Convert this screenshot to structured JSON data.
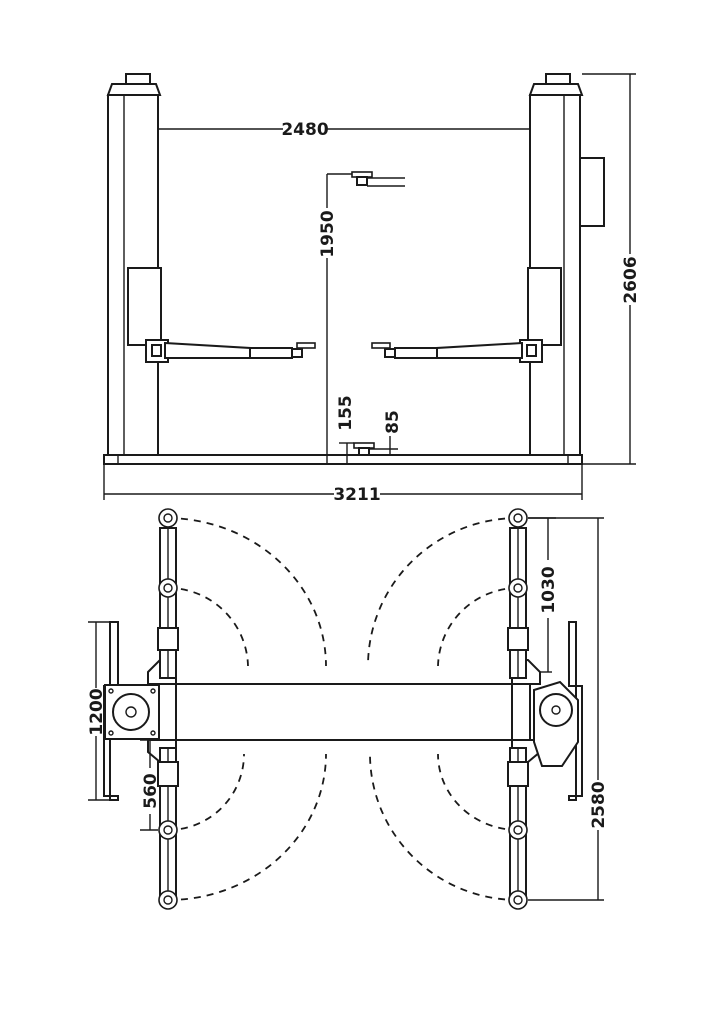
{
  "dimensions": {
    "column_spacing": "2480",
    "overall_height": "2606",
    "max_lift_height": "1950",
    "min_pad_height": "155",
    "base_plate_height": "85",
    "overall_width": "3211",
    "arm_length_short": "1030",
    "base_depth": "1200",
    "short_arm_reach": "560",
    "arm_span": "2580"
  }
}
